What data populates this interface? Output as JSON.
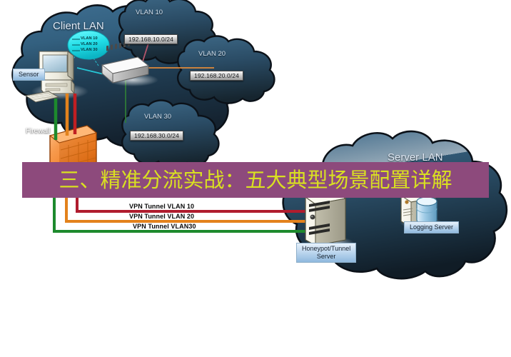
{
  "diagram": {
    "type": "network-topology",
    "clouds": [
      {
        "id": "client-lan",
        "title": "Client LAN"
      },
      {
        "id": "vlan10",
        "title": "VLAN 10",
        "subnet": "192.168.10.0/24"
      },
      {
        "id": "vlan20",
        "title": "VLAN 20",
        "subnet": "192.168.20.0/24"
      },
      {
        "id": "vlan30",
        "title": "VLAN 30",
        "subnet": "192.168.30.0/24"
      },
      {
        "id": "server-lan",
        "title": "Server LAN"
      }
    ],
    "devices": [
      {
        "id": "sensor",
        "label": "Sensor",
        "icon": "workstation-icon"
      },
      {
        "id": "firewall",
        "label": "Firewall",
        "icon": "firewall-brick-icon"
      },
      {
        "id": "switch",
        "label": "",
        "icon": "switch-icon"
      },
      {
        "id": "honeypot",
        "label": "Honeypot/Tunnel Server",
        "label_line1": "Honeypot/Tunnel",
        "label_line2": "Server",
        "icon": "server-tower-icon"
      },
      {
        "id": "logging",
        "label": "Logging Server",
        "icon": "database-server-icon"
      }
    ],
    "vlan_callout": {
      "lines": [
        "VLAN 10",
        "VLAN 20",
        "VLAN 30"
      ],
      "color": "#2fe3e8"
    },
    "tunnels": [
      {
        "label": "VPN Tunnel  VLAN 10",
        "color": "#b01c2e"
      },
      {
        "label": "VPN Tunnel VLAN 20",
        "color": "#e3821c"
      },
      {
        "label": "VPN Tunnel VLAN30",
        "color": "#1d8a2d"
      }
    ]
  },
  "banner": {
    "text": "三、精准分流实战：五大典型场景配置详解",
    "background": "#8d4a7c",
    "text_color": "#d9e021"
  }
}
